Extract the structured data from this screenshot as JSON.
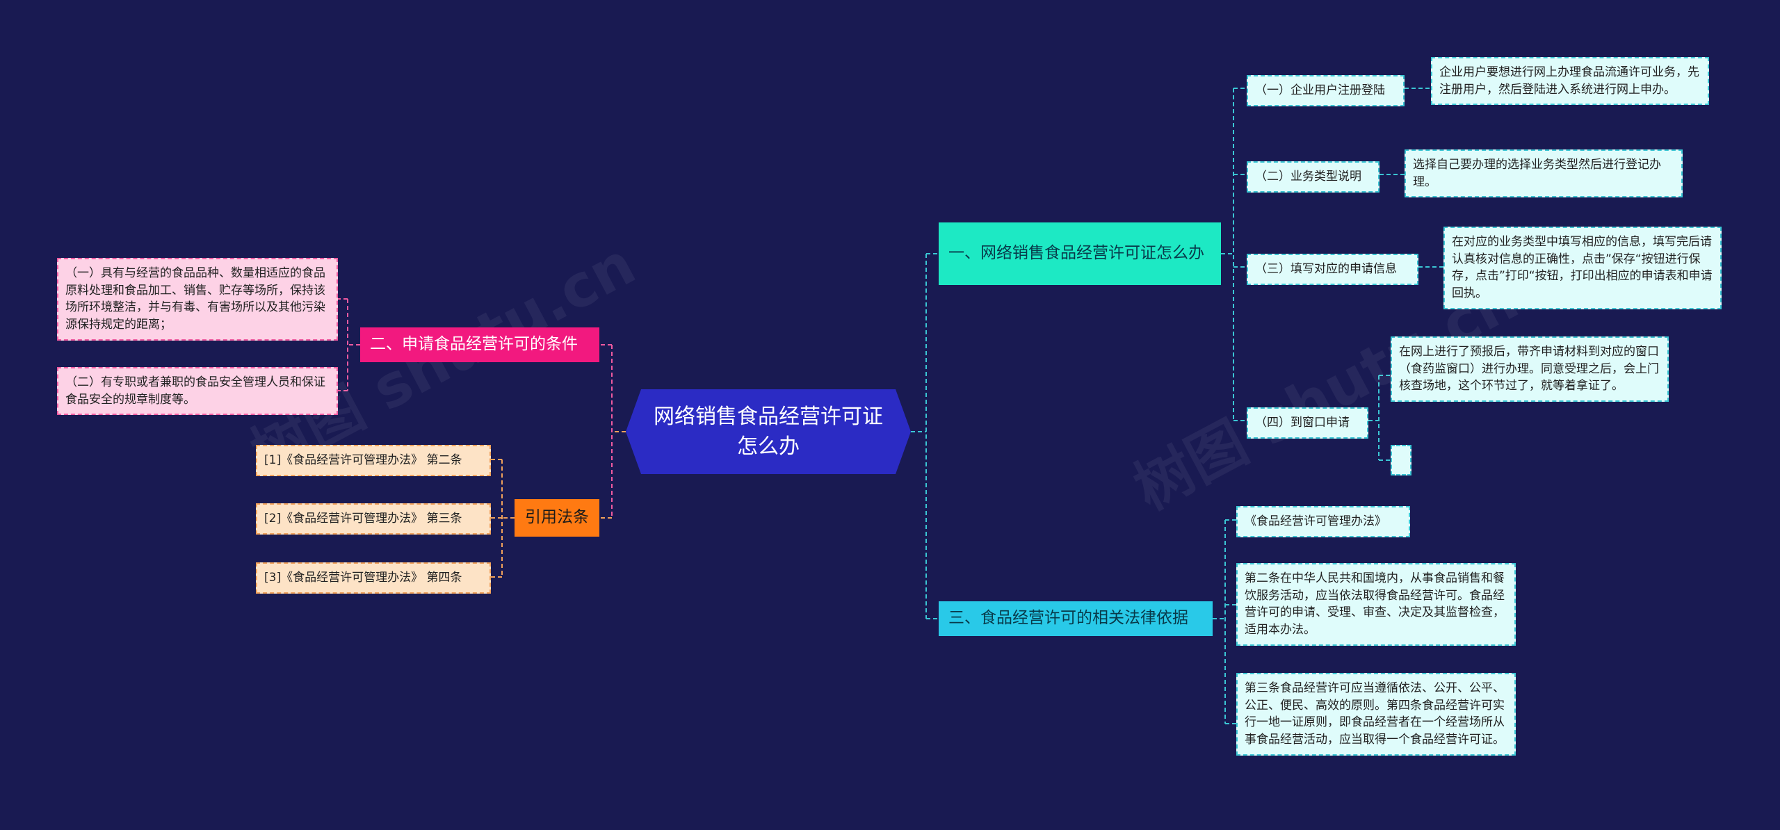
{
  "root": {
    "label": "网络销售食品经营许可证怎么办"
  },
  "branches": {
    "b1": {
      "label": "一、网络销售食品经营许可证怎么办",
      "steps": [
        {
          "label": "（一）企业用户注册登陆",
          "detail": "企业用户要想进行网上办理食品流通许可业务，先注册用户，然后登陆进入系统进行网上申办。"
        },
        {
          "label": "（二）业务类型说明",
          "detail": "选择自己要办理的选择业务类型然后进行登记办理。"
        },
        {
          "label": "（三）填写对应的申请信息",
          "detail": "在对应的业务类型中填写相应的信息，填写完后请认真核对信息的正确性，点击”保存“按钮进行保存，点击”打印“按钮，打印出相应的申请表和申请回执。"
        },
        {
          "label": "（四）到窗口申请",
          "detail": "在网上进行了预报后，带齐申请材料到对应的窗口（食药监窗口）进行办理。同意受理之后，会上门核查场地，这个环节过了，就等着拿证了。"
        }
      ]
    },
    "b2": {
      "label": "二、申请食品经营许可的条件",
      "items": [
        "（一）具有与经营的食品品种、数量相适应的食品原料处理和食品加工、销售、贮存等场所，保持该场所环境整洁，并与有毒、有害场所以及其他污染源保持规定的距离；",
        "（二）有专职或者兼职的食品安全管理人员和保证食品安全的规章制度等。"
      ]
    },
    "b3": {
      "label": "三、食品经营许可的相关法律依据",
      "items": [
        "《食品经营许可管理办法》",
        "第二条在中华人民共和国境内，从事食品销售和餐饮服务活动，应当依法取得食品经营许可。食品经营许可的申请、受理、审查、决定及其监督检查，适用本办法。",
        "第三条食品经营许可应当遵循依法、公开、公平、公正、便民、高效的原则。第四条食品经营许可实行一地一证原则，即食品经营者在一个经营场所从事食品经营活动，应当取得一个食品经营许可证。"
      ]
    },
    "b4": {
      "label": "引用法条",
      "items": [
        "[1]《食品经营许可管理办法》 第二条",
        "[2]《食品经营许可管理办法》 第三条",
        "[3]《食品经营许可管理办法》 第四条"
      ]
    }
  },
  "watermark": "树图 shutu.cn",
  "colors": {
    "background": "#191a52",
    "root": "#2b2bc4",
    "branch_cyan": "#1de9c4",
    "branch_sky": "#29c9e8",
    "branch_pink": "#f2197f",
    "branch_orange": "#ff7a12"
  }
}
